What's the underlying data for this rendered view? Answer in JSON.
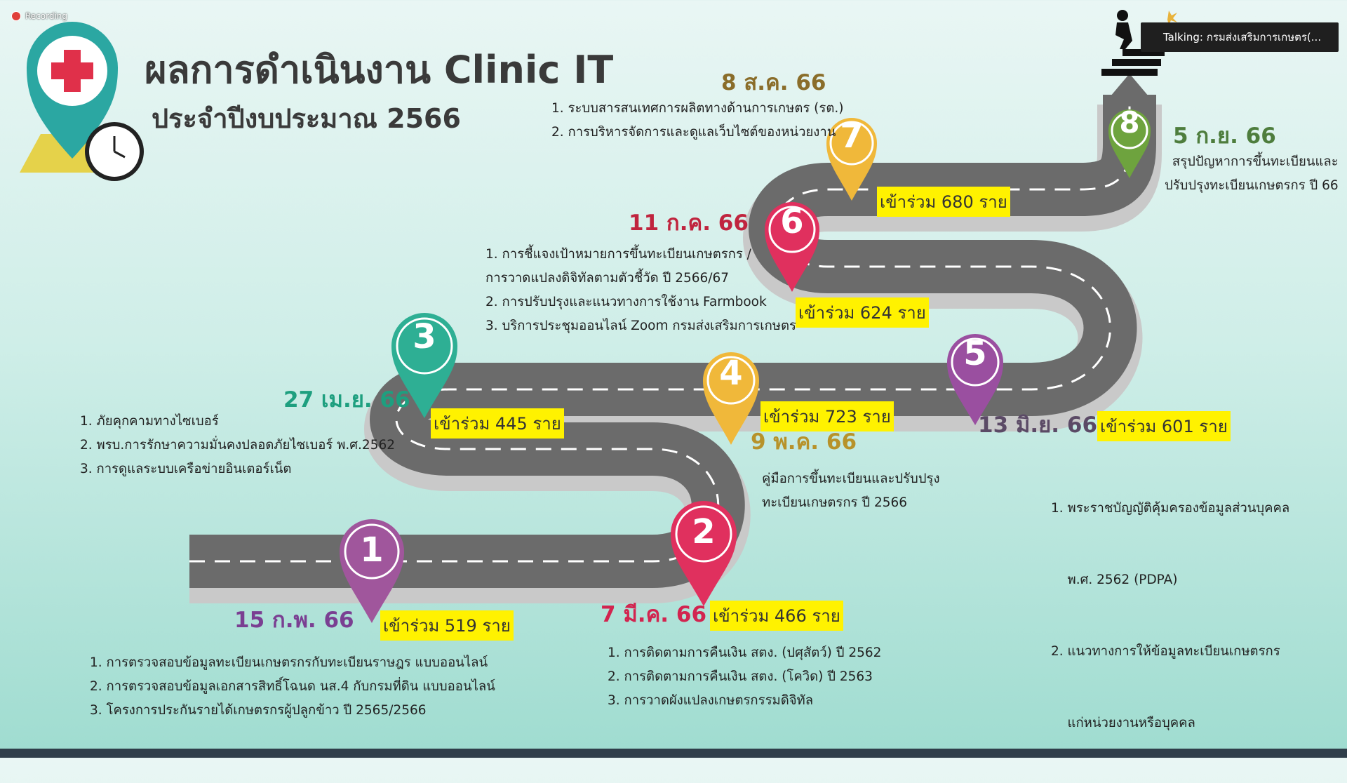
{
  "recording": {
    "label": "Recording"
  },
  "meeting": {
    "talking_label": "Talking: กรมส่งเสริมการเกษตร(..."
  },
  "header": {
    "title": "ผลการดำเนินงาน Clinic IT",
    "subtitle": "ประจำปีงบประมาณ 2566"
  },
  "milestones": [
    {
      "num": "1",
      "date": "15 ก.พ. 66",
      "participants": "เข้าร่วม 519 ราย",
      "items": [
        "1. การตรวจสอบข้อมูลทะเบียนเกษตรกรกับทะเบียนราษฎร แบบออนไลน์",
        "2. การตรวจสอบข้อมูลเอกสารสิทธิ์โฉนด นส.4 กับกรมที่ดิน แบบออนไลน์",
        "3. โครงการประกันรายได้เกษตรกรผู้ปลูกข้าว ปี 2565/2566"
      ]
    },
    {
      "num": "2",
      "date": "7 มี.ค. 66",
      "participants": "เข้าร่วม 466 ราย",
      "items": [
        "1. การติดตามการคืนเงิน สตง. (ปศุสัตว์) ปี 2562",
        "2. การติดตามการคืนเงิน สตง. (โควิด) ปี 2563",
        "3. การวาดผังแปลงเกษตรกรรมดิจิทัล"
      ]
    },
    {
      "num": "3",
      "date": "27 เม.ย. 66",
      "participants": "เข้าร่วม 445 ราย",
      "items": [
        "1. ภัยคุกคามทางไซเบอร์",
        "2. พรบ.การรักษาความมั่นคงปลอดภัยไซเบอร์ พ.ศ.2562",
        "3. การดูแลระบบเครือข่ายอินเตอร์เน็ต"
      ]
    },
    {
      "num": "4",
      "date": "9 พ.ค. 66",
      "participants": "เข้าร่วม 723 ราย",
      "items": [
        "คู่มือการขึ้นทะเบียนและปรับปรุง",
        "ทะเบียนเกษตรกร ปี 2566"
      ]
    },
    {
      "num": "5",
      "date": "13 มิ.ย. 66",
      "participants": "เข้าร่วม 601 ราย",
      "items": [
        "1. พระราชบัญญัติคุ้มครองข้อมูลส่วนบุคคล",
        "    พ.ศ. 2562 (PDPA)",
        "2. แนวทางการให้ข้อมูลทะเบียนเกษตรกร",
        "    แก่หน่วยงานหรือบุคคล"
      ]
    },
    {
      "num": "6",
      "date": "11 ก.ค. 66",
      "participants": "เข้าร่วม 624 ราย",
      "items": [
        "1. การชี้แจงเป้าหมายการขึ้นทะเบียนเกษตรกร /",
        "การวาดแปลงดิจิทัลตามตัวชี้วัด ปี 2566/67",
        "2. การปรับปรุงและแนวทางการใช้งาน Farmbook",
        "3. บริการประชุมออนไลน์ Zoom กรมส่งเสริมการเกษตร"
      ]
    },
    {
      "num": "7",
      "date": "8 ส.ค. 66",
      "participants": "เข้าร่วม 680 ราย",
      "items": [
        "1. ระบบสารสนเทศการผลิตทางด้านการเกษตร (รต.)",
        "2. การบริหารจัดการและดูแลเว็บไซต์ของหน่วยงาน"
      ]
    },
    {
      "num": "8",
      "date": "5 ก.ย. 66",
      "participants": "",
      "items": [
        "สรุปปัญหาการขึ้นทะเบียนและ",
        "ปรับปรุงทะเบียนเกษตรกร ปี 66"
      ]
    }
  ],
  "colors": {
    "pin1": "#a0569c",
    "pin2": "#e0305e",
    "pin3": "#2eaf94",
    "pin4": "#f0b83a",
    "pin5": "#9a4fa0",
    "pin6": "#e0305e",
    "pin7": "#f0b83a",
    "pin8": "#6ea33e",
    "road": "#6b6b6b",
    "road_side": "#d8d8d8",
    "highlight": "#fff200"
  }
}
